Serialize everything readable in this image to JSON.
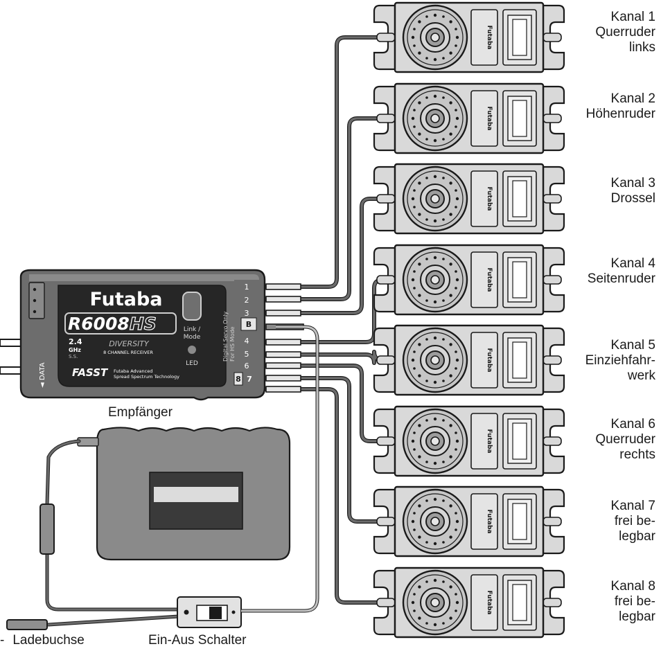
{
  "receiver": {
    "brand": "Futaba",
    "model": "R6008",
    "model_suffix": "HS",
    "band_value": "2.4",
    "band_unit": "GHz",
    "band_sub": "S.S.",
    "diversity": "DIVERSITY",
    "channels_text": "8 CHANNEL RECEIVER",
    "fasst_logo": "FASST",
    "fasst_desc_1": "Futaba Advanced",
    "fasst_desc_2": "Spread Spectrum Technology",
    "link_mode_1": "Link /",
    "link_mode_2": "Mode",
    "led": "LED",
    "data": "◄ DATA",
    "side_text_1": "Digital Servo Only",
    "side_text_2": "For HS Mode",
    "port_labels": [
      "1",
      "2",
      "3",
      "B",
      "4",
      "5",
      "6",
      "8",
      "7"
    ],
    "caption": "Empfänger"
  },
  "servos": [
    {
      "brand": "Futaba",
      "label": [
        "Kanal 1",
        "Querruder",
        "links"
      ]
    },
    {
      "brand": "Futaba",
      "label": [
        "Kanal 2",
        "Höhenruder"
      ]
    },
    {
      "brand": "Futaba",
      "label": [
        "Kanal 3",
        "Drossel"
      ]
    },
    {
      "brand": "Futaba",
      "label": [
        "Kanal 4",
        "Seitenruder"
      ]
    },
    {
      "brand": "Futaba",
      "label": [
        "Kanal 5",
        "Einziehfahr-",
        "werk"
      ]
    },
    {
      "brand": "Futaba",
      "label": [
        "Kanal 6",
        "Querruder",
        "rechts"
      ]
    },
    {
      "brand": "Futaba",
      "label": [
        "Kanal 7",
        "frei be-",
        "legbar"
      ]
    },
    {
      "brand": "Futaba",
      "label": [
        "Kanal 8",
        "frei be-",
        "legbar"
      ]
    }
  ],
  "charge_socket": "Ladebuchse",
  "charge_prefix": "-",
  "switch_label": "Ein-Aus Schalter",
  "colors": {
    "line": "#1a1a1a",
    "wire": "#6b6b6b",
    "wire_light": "#bdbdbd",
    "receiver_body": "#6d6d6d",
    "receiver_face": "#262626",
    "battery": "#8a8a8a",
    "servo_body": "#d9d9d9"
  }
}
